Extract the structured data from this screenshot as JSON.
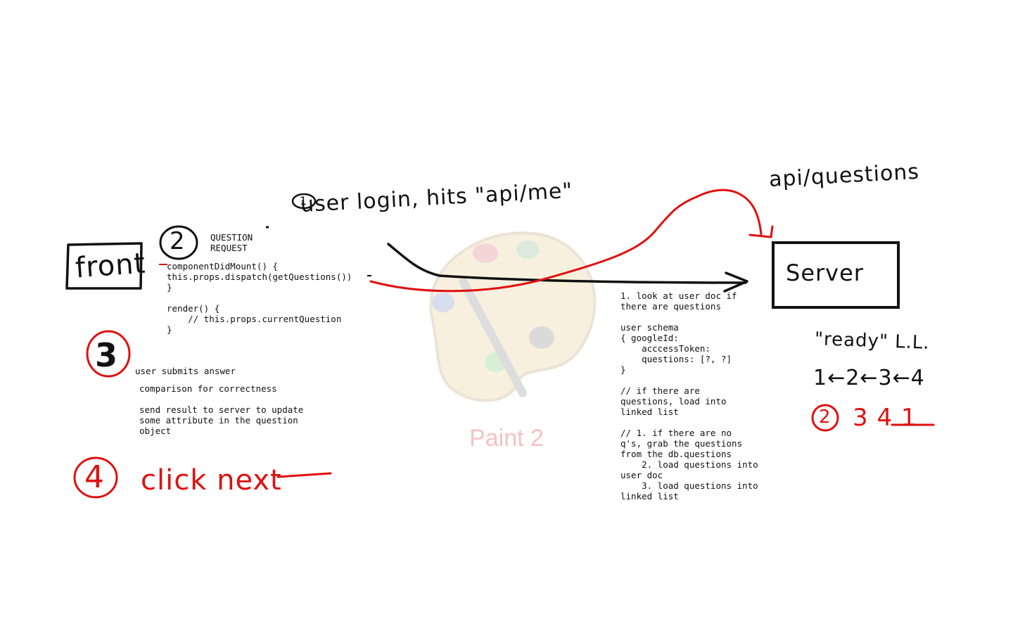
{
  "watermark": {
    "label": "Paint 2",
    "icon": "paint-palette-icon"
  },
  "annotations": {
    "front_label": "front",
    "server_label": "Server",
    "step1_number": "1",
    "step2_number": "2",
    "step3_number": "3",
    "step4_number": "4",
    "user_login": "user login, hits \"api/me\"",
    "api_questions": "api/questions",
    "click_next": "click next",
    "ready_ll": "\"ready\" L.L.",
    "order_chain": "1←2←3←4",
    "order_result_rest": "3 4 1"
  },
  "text_blocks": {
    "question_request": "QUESTION\nREQUEST",
    "component_code": "componentDidMount() {\nthis.props.dispatch(getQuestions())\n}\n\nrender() {\n    // this.props.currentQuestion\n}",
    "user_submits": "user submits answer",
    "correctness": "comparison for correctness\n\nsend result to server to update\nsome attribute in the question\nobject",
    "server_notes": "1. look at user doc if\nthere are questions\n\nuser schema\n{ googleId:\n    acccessToken:\n    questions: [?, ?]\n}\n\n// if there are\nquestions, load into\nlinked list\n\n// 1. if there are no\nq's, grab the questions\nfrom the db.questions\n    2. load questions into\nuser doc\n    3. load questions into\nlinked list"
  },
  "colors": {
    "ink_black": "#111111",
    "ink_red": "#e01010"
  }
}
